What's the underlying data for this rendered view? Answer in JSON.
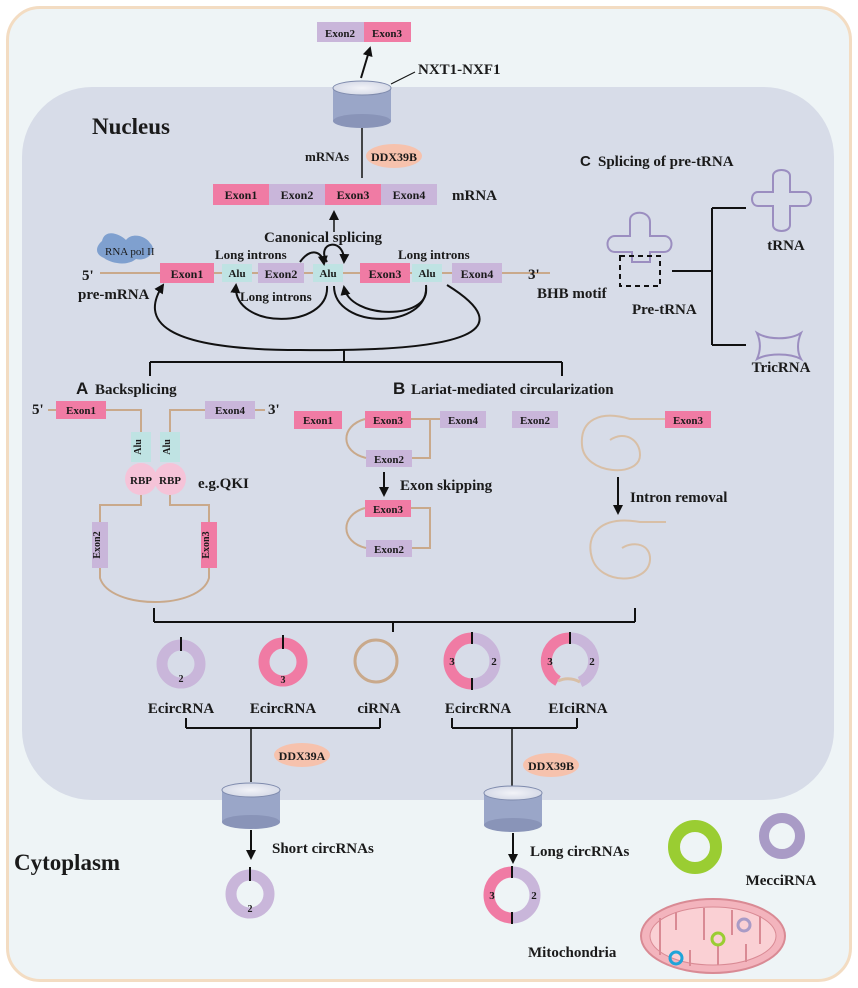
{
  "labels": {
    "nucleus": "Nucleus",
    "cytoplasm": "Cytoplasm",
    "nxt": "NXT1-NXF1",
    "mrnas": "mRNAs",
    "ddx39b_top": "DDX39B",
    "mrna": "mRNA",
    "canonical": "Canonical splicing",
    "rnapol": "RNA pol II",
    "long_introns_1": "Long introns",
    "long_introns_2": "Long introns",
    "long_introns_3": "Long introns",
    "five_prime": "5'",
    "three_prime": "3'",
    "pre_mrna": "pre-mRNA",
    "section_c_letter": "C",
    "section_c_title": "Splicing of pre-tRNA",
    "trna": "tRNA",
    "bhb_motif": "BHB motif",
    "pre_trna": "Pre-tRNA",
    "tricrna": "TricRNA",
    "section_a_letter": "A",
    "section_a_title": "Backsplicing",
    "section_b_letter": "B",
    "section_b_title": "Lariat-mediated circularization",
    "rbp": "RBP",
    "eg_qki": "e.g.QKI",
    "exon_skipping": "Exon skipping",
    "intron_removal": "Intron removal",
    "ecircrna_1": "EcircRNA",
    "ecircrna_2": "EcircRNA",
    "cirna": "ciRNA",
    "ecircrna_3": "EcircRNA",
    "eicirna": "EIciRNA",
    "ddx39a": "DDX39A",
    "ddx39b_bottom": "DDX39B",
    "short_circ": "Short circRNAs",
    "long_circ": "Long circRNAs",
    "meccirna": "MecciRNA",
    "mitochondria": "Mitochondria"
  },
  "exons": {
    "exon1": "Exon1",
    "exon2": "Exon2",
    "exon3": "Exon3",
    "exon4": "Exon4",
    "alu": "Alu"
  },
  "ring_numbers": {
    "two": "2",
    "three": "3"
  },
  "colors": {
    "pink": "#f07ba4",
    "purple": "#c9b6da",
    "tan": "#d8bfa6",
    "teal": "#bfe3e3",
    "green": "#9acd32",
    "cylinder": "#9aa6c8",
    "ddx_bubble": "#f6c2ad",
    "rnapol": "#7fa0cf"
  }
}
